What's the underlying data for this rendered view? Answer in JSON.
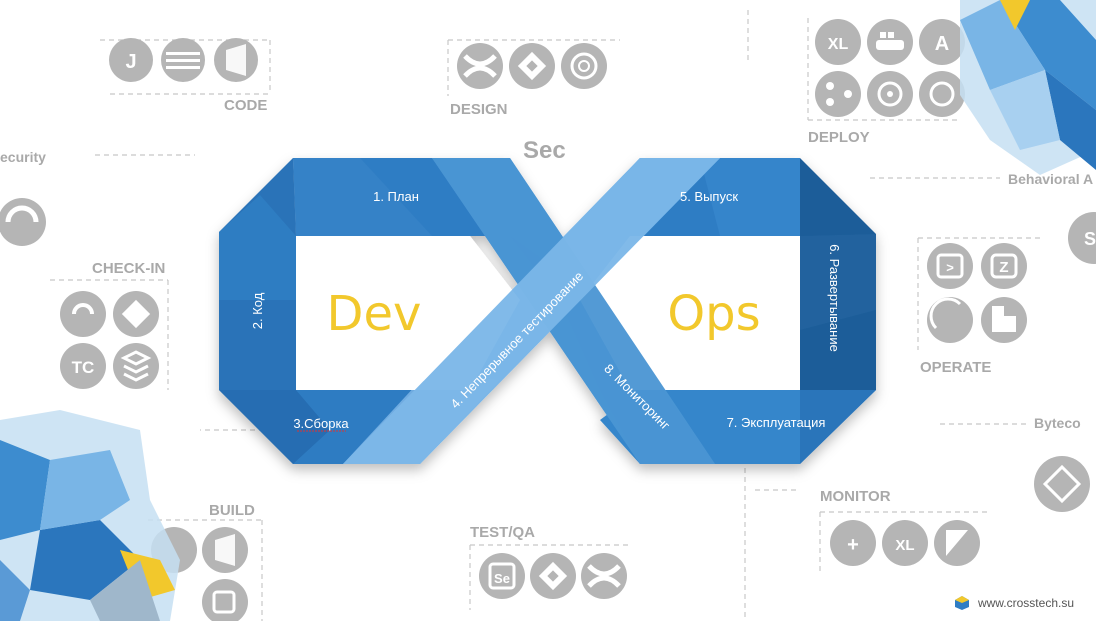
{
  "background_groups": {
    "code": "CODE",
    "design": "DESIGN",
    "deploy": "DEPLOY",
    "security_partial": "ecurity",
    "sec": "Sec",
    "behavioral_partial": "Behavioral A",
    "check_in": "CHECK-IN",
    "operate": "OPERATE",
    "bytecode_partial": "Byteco",
    "build": "BUILD",
    "monitor": "MONITOR",
    "test_qa": "TEST/QA"
  },
  "infinity": {
    "dev": "Dev",
    "ops": "Ops",
    "stages": {
      "plan": "1. План",
      "code": "2. Код",
      "build": "3.Сборка",
      "test": "4. Непрерывное тестирование",
      "release": "5. Выпуск",
      "deploy": "6. Развертывание",
      "operate": "7. Эксплуатация",
      "monitor": "8. Мониторинг"
    },
    "colors": {
      "dark": "#1f5d96",
      "mid": "#2f7dc4",
      "light": "#6aaee6",
      "lightest": "#8cc0ee",
      "accent": "#f2c82c"
    }
  },
  "icons": {
    "code": [
      "intellij-icon",
      "eclipse-icon",
      "visual-studio-icon"
    ],
    "design": [
      "confluence-icon",
      "jira-icon",
      "opsgenie-icon"
    ],
    "deploy": [
      "xl-deploy-icon",
      "docker-icon",
      "ansible-icon",
      "pipeline-icon",
      "kubernetes-icon",
      "chef-icon"
    ],
    "check_in": [
      "crucible-icon",
      "git-icon",
      "teamcity-icon",
      "stack-icon"
    ],
    "operate": [
      "powershell-icon",
      "zabbix-icon",
      "moon-icon",
      "shape-icon"
    ],
    "build": [
      "sonar-icon",
      "visual-studio-icon",
      "gradle-icon"
    ],
    "test_qa": [
      "selenium-icon",
      "jira-icon",
      "confluence-icon"
    ],
    "monitor": [
      "tableau-icon",
      "xl-release-icon",
      "kibana-icon"
    ]
  },
  "footer": {
    "url": "www.crosstech.su"
  }
}
